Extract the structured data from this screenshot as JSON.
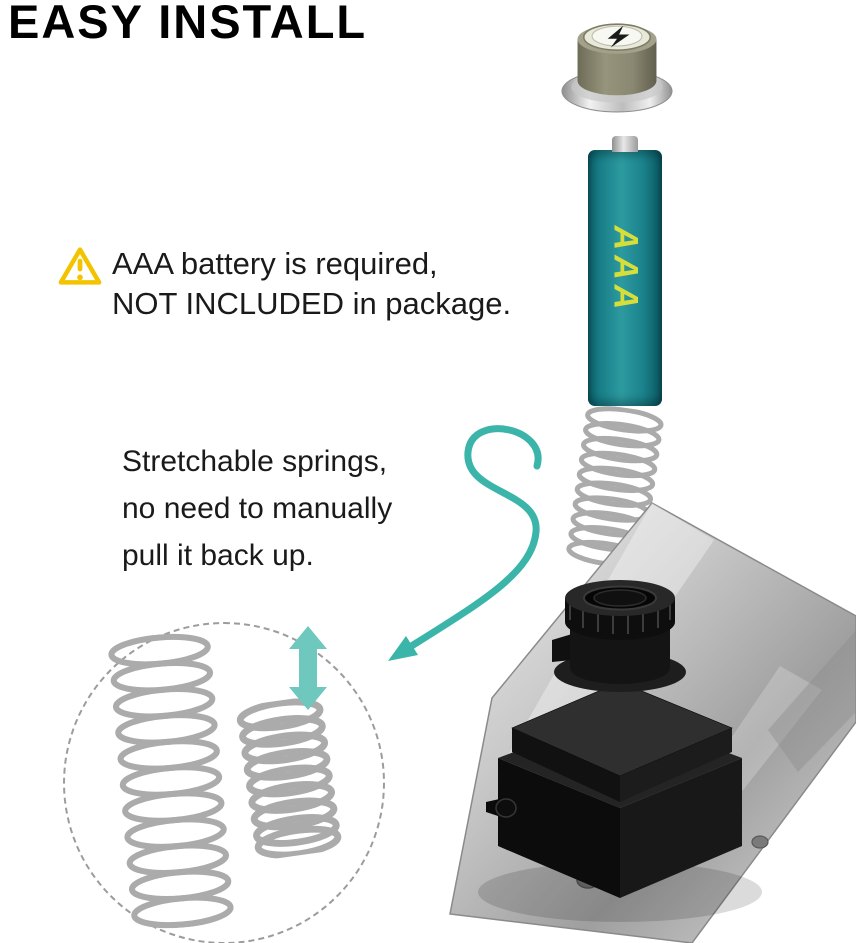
{
  "title": "EASY INSTALL",
  "warning": {
    "line1": "AAA battery is required,",
    "line2": "NOT INCLUDED in package."
  },
  "feature": {
    "line1": "Stretchable springs,",
    "line2": "no need to manually",
    "line3": "pull it back up."
  },
  "battery": {
    "label": "AAA"
  },
  "colors": {
    "accent_teal": "#3bb5a9",
    "arrow_light": "#6fc8bd",
    "warning_yellow": "#f2c400",
    "battery_teal": "#17808a",
    "battery_label_yellow": "#d6df3a",
    "metal_gray": "#c6c6c6",
    "module_black": "#121212",
    "spring_gray": "#ababab"
  }
}
